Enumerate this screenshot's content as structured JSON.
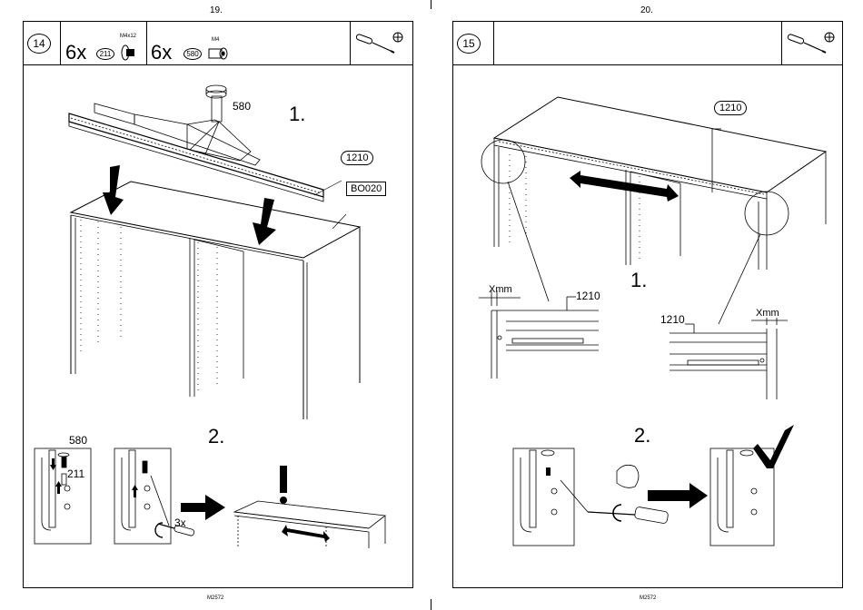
{
  "left_page": {
    "page_number": "19.",
    "footer": "M2572",
    "step": "14",
    "parts": [
      {
        "qty": "6x",
        "part_no": "211",
        "spec": "M4x12"
      },
      {
        "qty": "6x",
        "part_no": "580",
        "spec": "M4"
      }
    ],
    "sub_step_1": "1.",
    "sub_step_2": "2.",
    "callout_580": "580",
    "callout_1210": "1210",
    "callout_bo020": "BO020",
    "detail_580": "580",
    "detail_211": "211",
    "count_3x": "3x",
    "warning": "!"
  },
  "right_page": {
    "page_number": "20.",
    "footer": "M2572",
    "step": "15",
    "sub_step_1": "1.",
    "sub_step_2": "2.",
    "callout_1210_top": "1210",
    "detail_left_xmm": "Xmm",
    "detail_left_1210": "1210",
    "detail_right_1210": "1210",
    "detail_right_xmm": "Xmm"
  },
  "icons": [
    "screwdriver-icon",
    "phillips-head-icon",
    "arrow-right-icon",
    "checkmark-icon",
    "strength-arm-icon",
    "rotation-arrow-icon"
  ]
}
